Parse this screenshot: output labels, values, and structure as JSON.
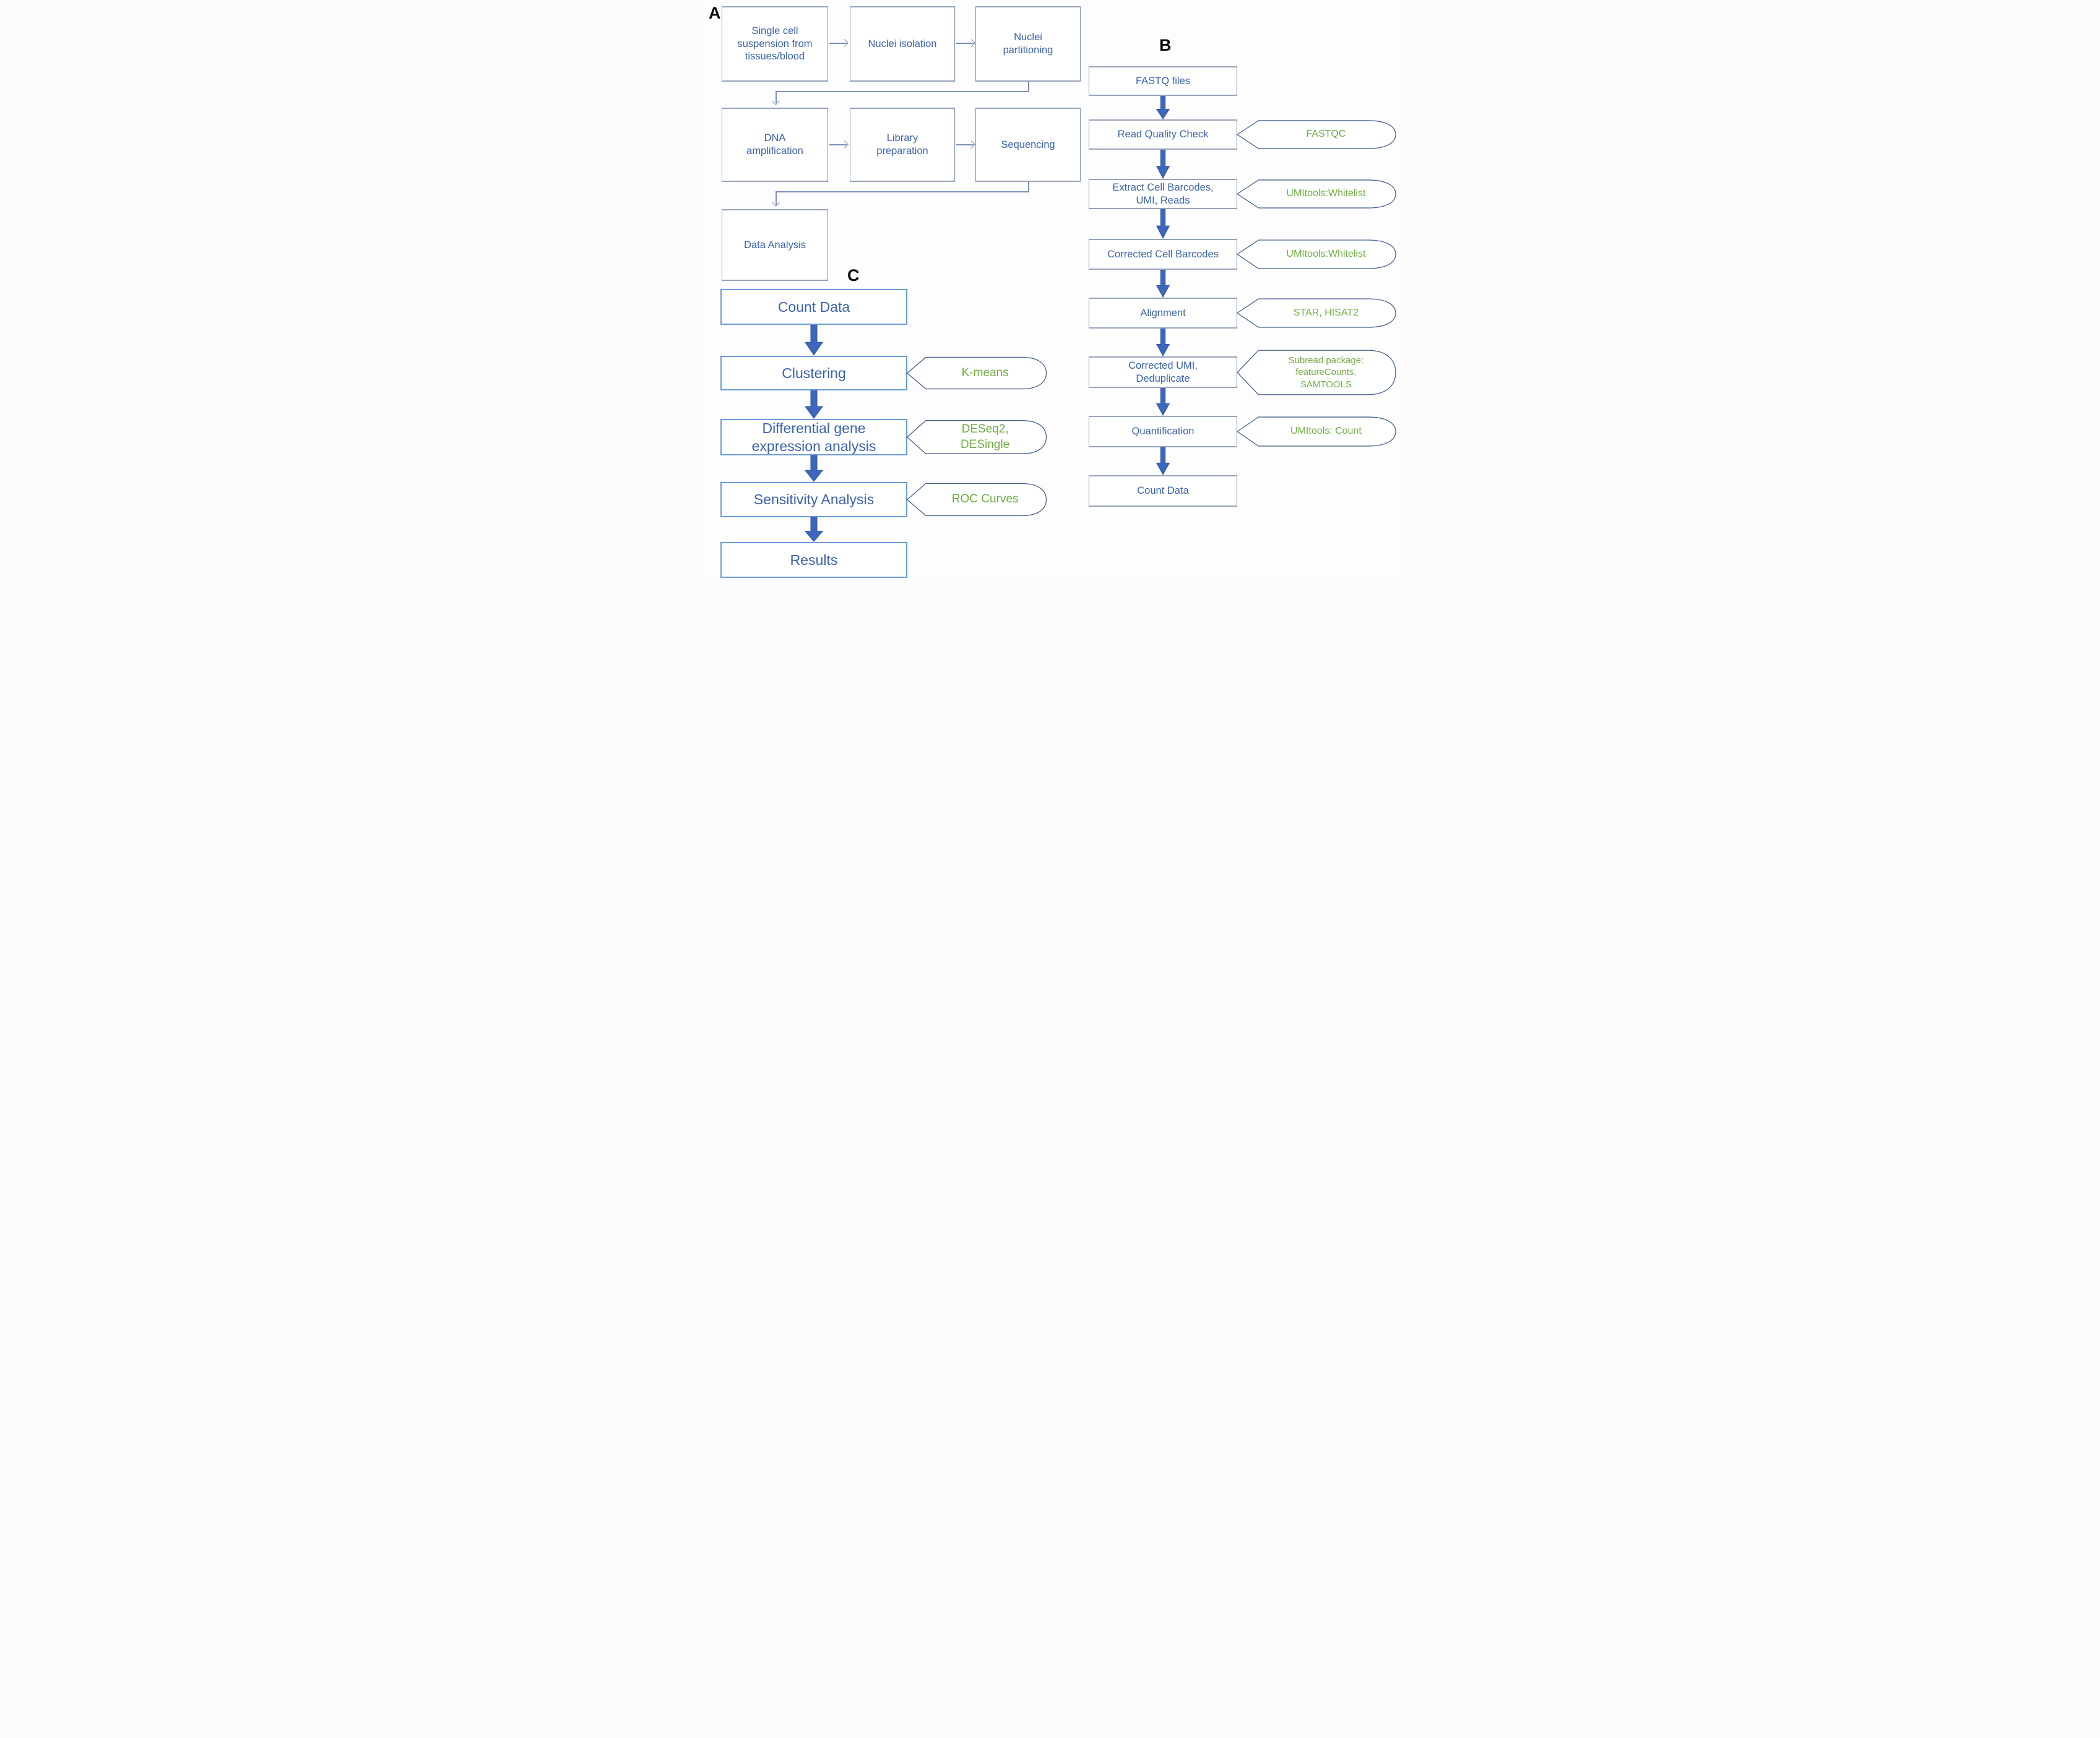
{
  "title": "Single-nucleus sequencing workflow flowchart",
  "colors": {
    "box_text_blue": "#3a62ae",
    "tool_text_green": "#6fae44",
    "arrow_blue": "#3d67bd",
    "box_border_blue": "#7188b6",
    "panel_label_black": "#0b0b0b"
  },
  "panels": {
    "a": {
      "label": "A",
      "row1": [
        {
          "label": "Single cell\nsuspension from\ntissues/blood"
        },
        {
          "label": "Nuclei isolation"
        },
        {
          "label": "Nuclei\npartitioning"
        }
      ],
      "row2": [
        {
          "label": "DNA\namplification"
        },
        {
          "label": "Library\npreparation"
        },
        {
          "label": "Sequencing"
        }
      ],
      "row3": [
        {
          "label": "Data Analysis"
        }
      ]
    },
    "b": {
      "label": "B",
      "steps": [
        {
          "label": "FASTQ files",
          "tool": null
        },
        {
          "label": "Read Quality Check",
          "tool": "FASTQC"
        },
        {
          "label": "Extract Cell Barcodes,\nUMI, Reads",
          "tool": "UMItools:Whitelist"
        },
        {
          "label": "Corrected Cell Barcodes",
          "tool": "UMItools:Whitelist"
        },
        {
          "label": "Alignment",
          "tool": "STAR, HISAT2"
        },
        {
          "label": "Corrected UMI,\nDeduplicate",
          "tool": "Subread package:\nfeatureCounts,\nSAMTOOLS"
        },
        {
          "label": "Quantification",
          "tool": "UMItools: Count"
        },
        {
          "label": "Count Data",
          "tool": null
        }
      ]
    },
    "c": {
      "label": "C",
      "steps": [
        {
          "label": "Count Data",
          "tool": null
        },
        {
          "label": "Clustering",
          "tool": "K-means"
        },
        {
          "label": "Differential gene\nexpression analysis",
          "tool": "DESeq2,\nDESingle"
        },
        {
          "label": "Sensitivity Analysis",
          "tool": "ROC Curves"
        },
        {
          "label": "Results",
          "tool": null
        }
      ]
    }
  }
}
